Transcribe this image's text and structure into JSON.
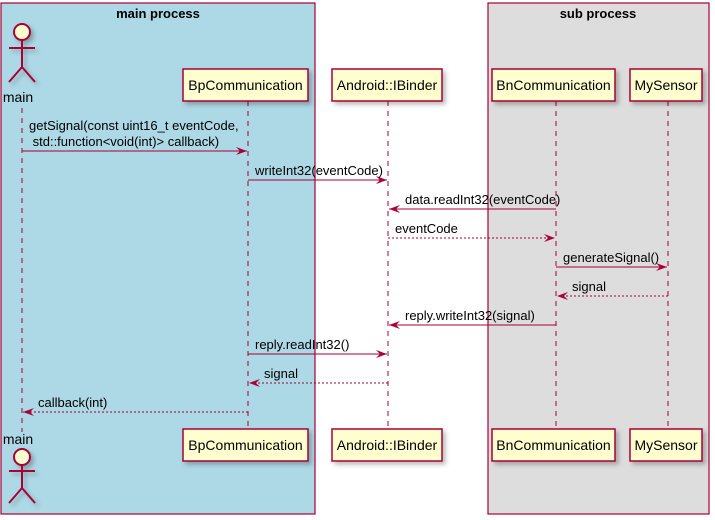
{
  "diagram": {
    "type": "sequence",
    "colors": {
      "main_box": "#ADD8E6",
      "sub_box": "#DDDDDD",
      "border": "#A80036",
      "participant_fill": "#FEFECE"
    },
    "boxes": [
      {
        "title": "main process"
      },
      {
        "title": "sub process"
      }
    ],
    "participants": [
      {
        "id": "main",
        "label": "main",
        "kind": "actor"
      },
      {
        "id": "bp",
        "label": "BpCommunication",
        "kind": "participant"
      },
      {
        "id": "binder",
        "label": "Android::IBinder",
        "kind": "participant"
      },
      {
        "id": "bn",
        "label": "BnCommunication",
        "kind": "participant"
      },
      {
        "id": "sensor",
        "label": "MySensor",
        "kind": "participant"
      }
    ],
    "messages": [
      {
        "from": "main",
        "to": "bp",
        "lines": [
          "getSignal(const uint16_t eventCode,",
          " std::function<void(int)> callback)"
        ],
        "dashed": false
      },
      {
        "from": "bp",
        "to": "binder",
        "lines": [
          "writeInt32(eventCode)"
        ],
        "dashed": false
      },
      {
        "from": "bn",
        "to": "binder",
        "lines": [
          "data.readInt32(eventCode)"
        ],
        "dashed": false
      },
      {
        "from": "binder",
        "to": "bn",
        "lines": [
          "eventCode"
        ],
        "dashed": true
      },
      {
        "from": "bn",
        "to": "sensor",
        "lines": [
          "generateSignal()"
        ],
        "dashed": false
      },
      {
        "from": "sensor",
        "to": "bn",
        "lines": [
          "signal"
        ],
        "dashed": true
      },
      {
        "from": "bn",
        "to": "binder",
        "lines": [
          "reply.writeInt32(signal)"
        ],
        "dashed": false
      },
      {
        "from": "bp",
        "to": "binder",
        "lines": [
          "reply.readInt32()"
        ],
        "dashed": false
      },
      {
        "from": "binder",
        "to": "bp",
        "lines": [
          "signal"
        ],
        "dashed": true
      },
      {
        "from": "bp",
        "to": "main",
        "lines": [
          "callback(int)"
        ],
        "dashed": true
      }
    ]
  }
}
